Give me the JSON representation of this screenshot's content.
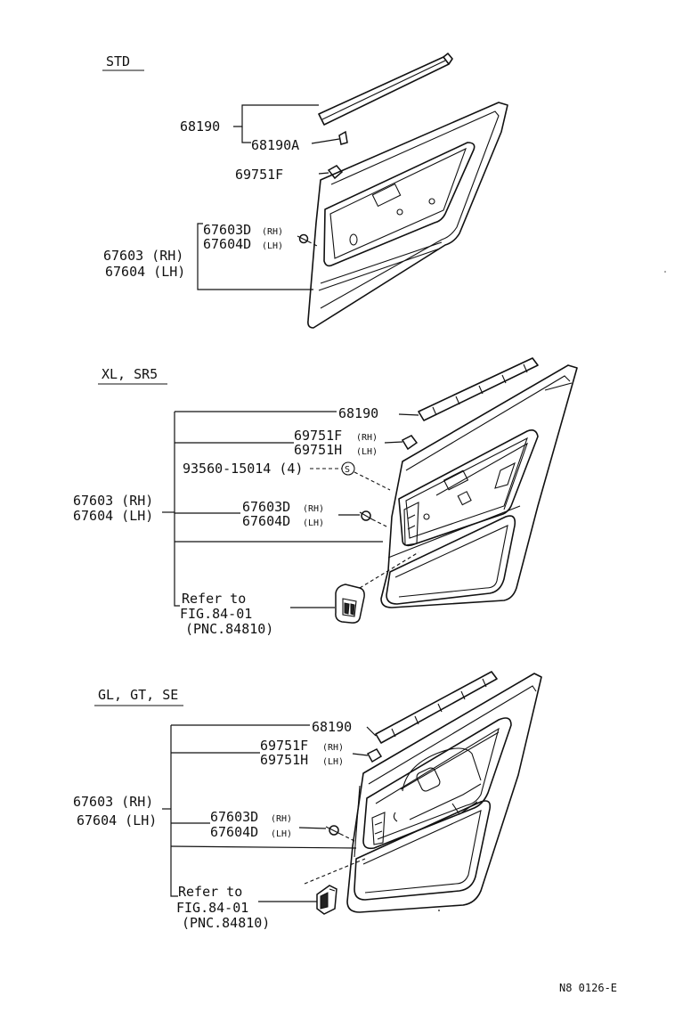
{
  "sections": {
    "std": {
      "title": "STD",
      "labels": {
        "p68190": "68190",
        "p68190a": "68190A",
        "p69751f": "69751F",
        "p67603d": "67603D",
        "p67603d_side": "(RH)",
        "p67604d": "67604D",
        "p67604d_side": "(LH)",
        "p67603": "67603 (RH)",
        "p67604": "67604  (LH)"
      }
    },
    "xl": {
      "title": "XL, SR5",
      "labels": {
        "p68190": "68190",
        "p69751f": "69751F",
        "p69751f_side": "(RH)",
        "p69751h": "69751H",
        "p69751h_side": "(LH)",
        "p93560": "93560-15014 (4)",
        "screw_mark": "S",
        "p67603": "67603 (RH)",
        "p67604": "67604 (LH)",
        "p67603d": "67603D",
        "p67603d_side": "(RH)",
        "p67604d": "67604D",
        "p67604d_side": "(LH)",
        "refer1": "Refer to",
        "refer2": "FIG.84-01",
        "refer3": "(PNC.84810)"
      }
    },
    "gl": {
      "title": "GL, GT, SE",
      "labels": {
        "p68190": "68190",
        "p69751f": "69751F",
        "p69751f_side": "(RH)",
        "p69751h": "69751H",
        "p69751h_side": "(LH)",
        "p67603": "67603 (RH)",
        "p67604": "67604  (LH)",
        "p67603d": "67603D",
        "p67603d_side": "(RH)",
        "p67604d": "67604D",
        "p67604d_side": "(LH)",
        "refer1": "Refer to",
        "refer2": "FIG.84-01",
        "refer3": "(PNC.84810)"
      }
    }
  },
  "footer": {
    "code": "N8  0126-E"
  }
}
